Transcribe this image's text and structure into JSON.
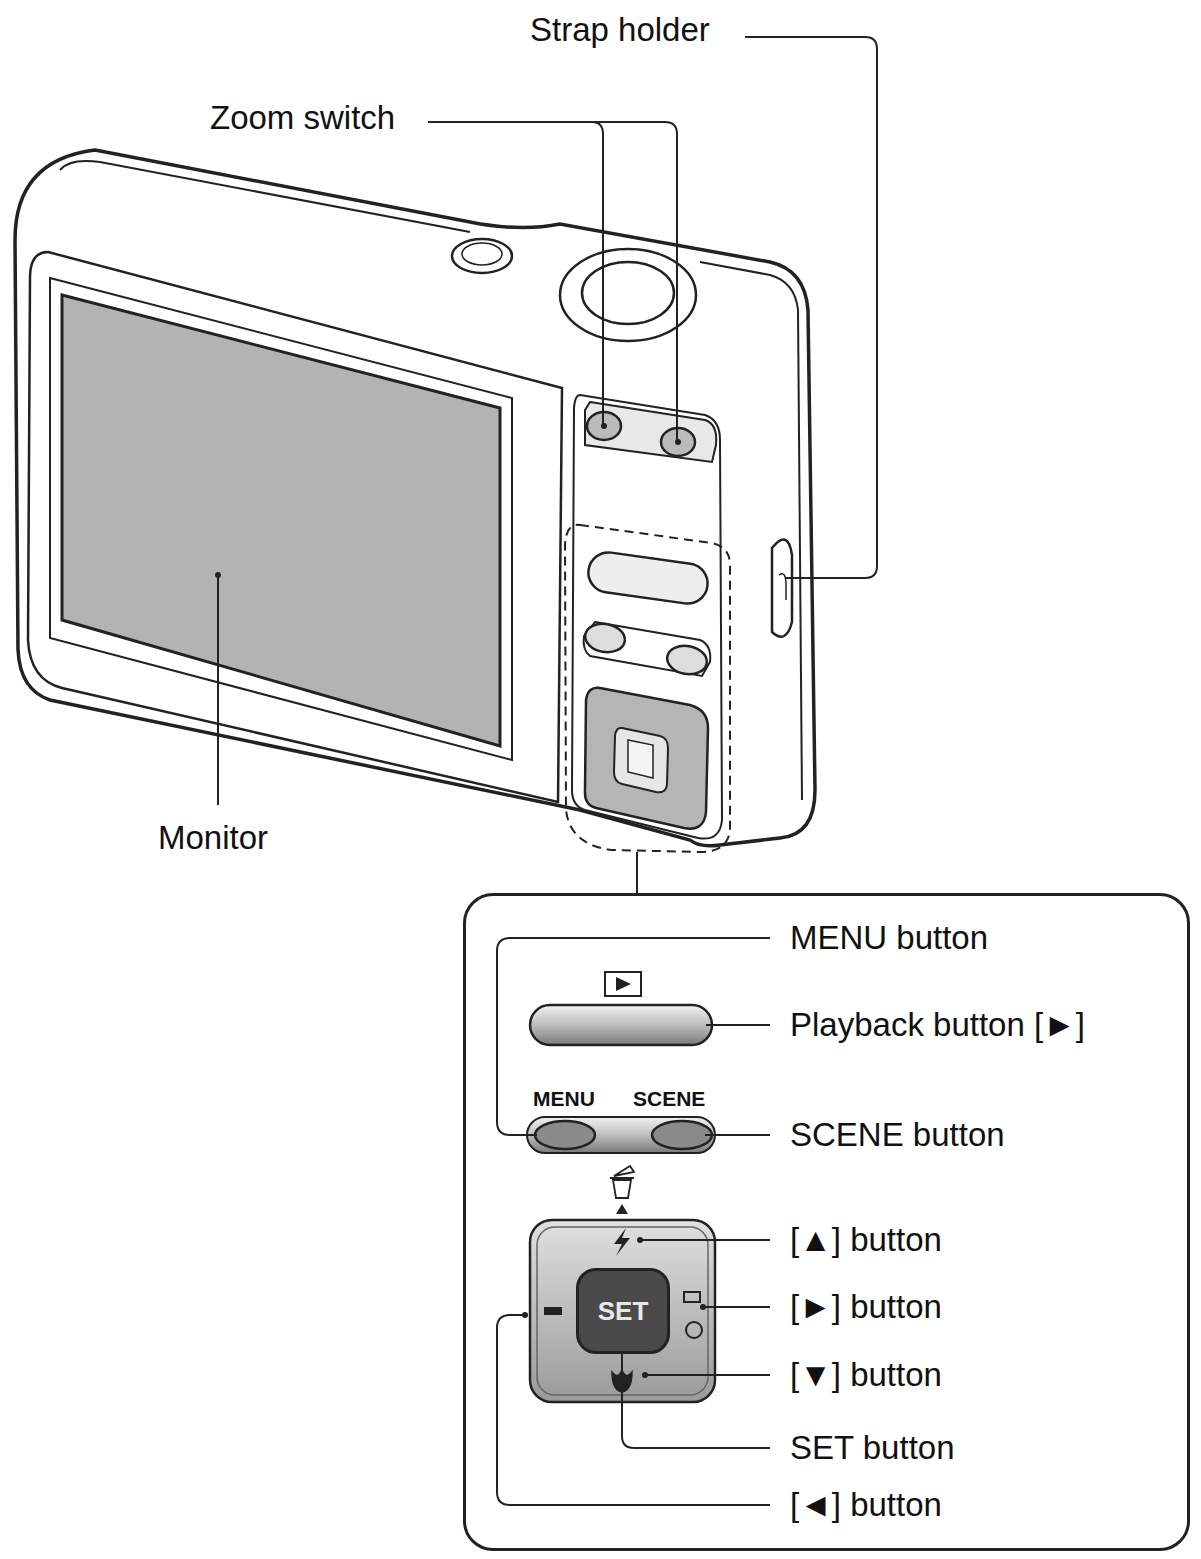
{
  "diagram": {
    "nodes": [
      {
        "text": [
          "MENU button",
          "Playback button [►]",
          "MENU",
          "SCENE",
          "SCENE button",
          "[▲] button",
          "[►] button",
          "[▼] button",
          "SET button",
          "[◄] button"
        ]
      },
      {
        "text": [
          "SET"
        ],
        "in": 0
      }
    ],
    "labels": [
      "Strap holder",
      "Zoom switch",
      "Monitor"
    ]
  }
}
